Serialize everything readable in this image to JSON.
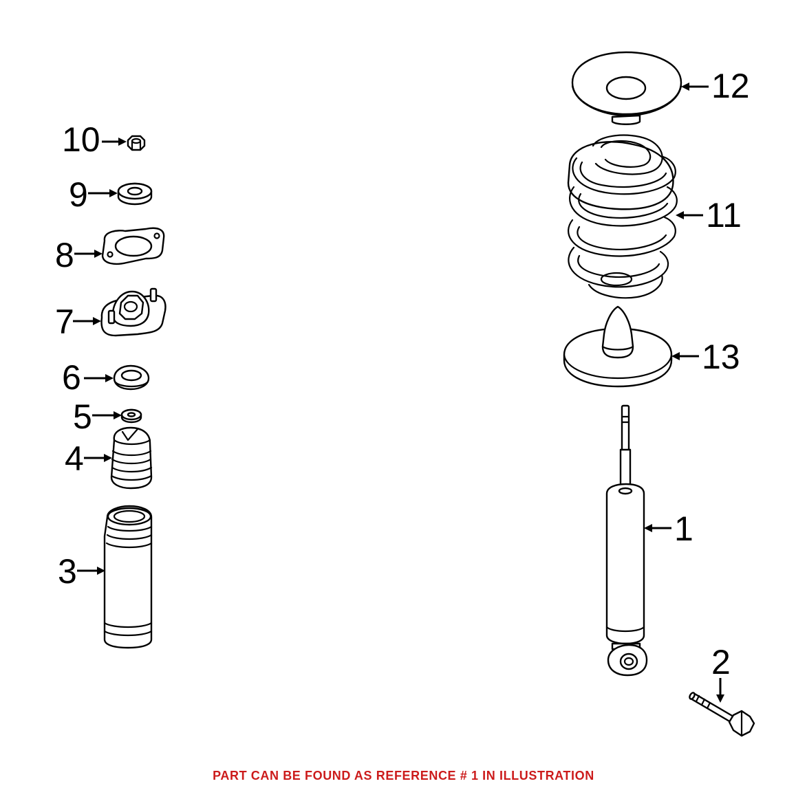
{
  "callouts": {
    "c1": "1",
    "c2": "2",
    "c3": "3",
    "c4": "4",
    "c5": "5",
    "c6": "6",
    "c7": "7",
    "c8": "8",
    "c9": "9",
    "c10": "10",
    "c11": "11",
    "c12": "12",
    "c13": "13"
  },
  "footer_note": "PART CAN BE FOUND AS REFERENCE # 1 IN ILLUSTRATION",
  "colors": {
    "note_red": "#cc1b1b",
    "line": "#000000",
    "background": "#ffffff"
  }
}
